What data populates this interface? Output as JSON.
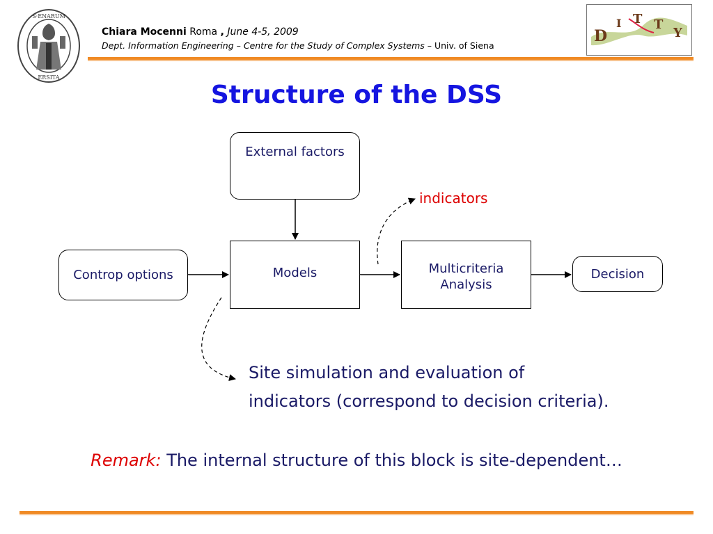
{
  "header": {
    "author": "Chiara Mocenni",
    "city": "Roma",
    "comma": ",",
    "date": "June 4-5, 2009",
    "dept": "Dept. Information Engineering – Centre for the Study of Complex Systems",
    "univ": "– Univ. of Siena",
    "seal_text": "SENARUM UNIVERSITATIS",
    "logo_text": "DITTY"
  },
  "title": "Structure of the DSS",
  "diagram": {
    "external_factors": "External factors",
    "controp_options": "Controp options",
    "models": "Models",
    "multicriteria": "Multicriteria Analysis",
    "decision": "Decision",
    "indicators": "indicators"
  },
  "body": {
    "site_text": "Site simulation and evaluation of indicators (correspond to decision criteria).",
    "remark_label": "Remark:",
    "remark_text": "The internal structure of this block is site-dependent…"
  },
  "colors": {
    "title": "#1515e0",
    "accent_red": "#dd0000",
    "rule_orange": "#f08a24",
    "text_navy": "#1a1a66"
  }
}
